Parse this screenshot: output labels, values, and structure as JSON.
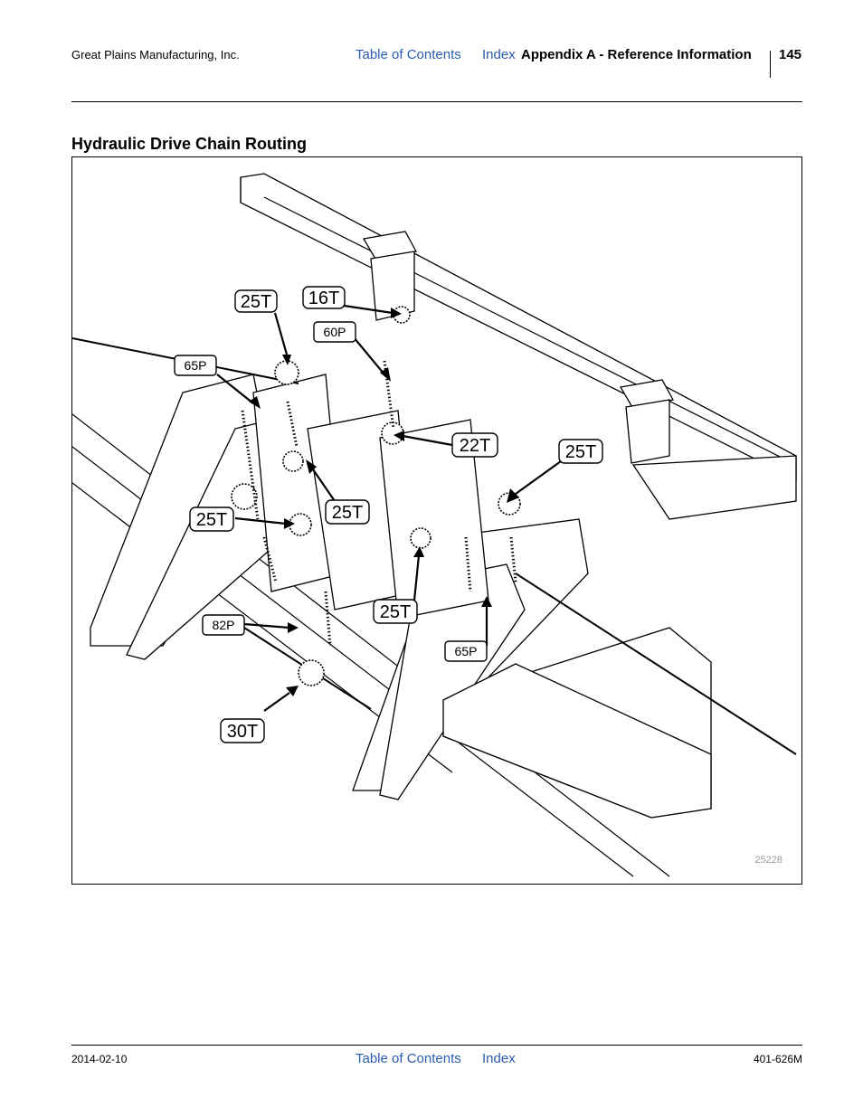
{
  "header": {
    "company": "Great Plains Manufacturing, Inc.",
    "toc_link": "Table of Contents",
    "index_link": "Index",
    "section": "Appendix A - Reference Information",
    "page_number": "145"
  },
  "section_title": "Hydraulic Drive Chain Routing",
  "figure": {
    "figure_number": "25228",
    "callouts": {
      "sprocket_25t_a": "25T",
      "sprocket_16t": "16T",
      "chain_60p": "60P",
      "chain_65p_a": "65P",
      "sprocket_22t": "22T",
      "sprocket_25t_b": "25T",
      "sprocket_25t_c": "25T",
      "sprocket_25t_d": "25T",
      "sprocket_25t_e": "25T",
      "chain_82p": "82P",
      "chain_65p_b": "65P",
      "sprocket_30t": "30T"
    }
  },
  "footer": {
    "date": "2014-02-10",
    "toc_link": "Table of Contents",
    "index_link": "Index",
    "doc_number": "401-626M"
  },
  "colors": {
    "link": "#2a5db0",
    "figure_number": "#999999"
  }
}
